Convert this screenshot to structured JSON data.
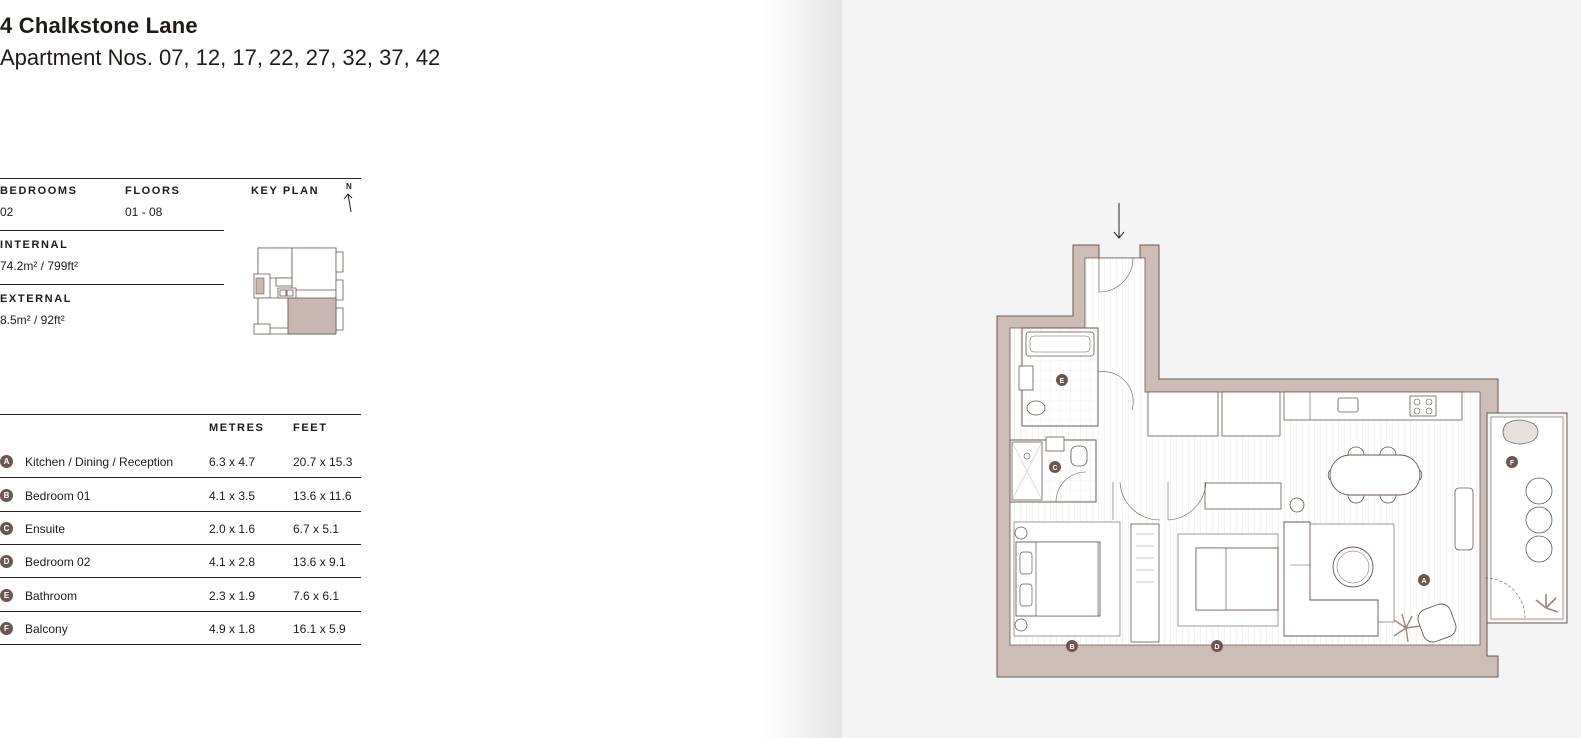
{
  "header": {
    "title": "4 Chalkstone Lane",
    "subtitle": "Apartment Nos.  07, 12, 17, 22, 27, 32, 37, 42"
  },
  "summary": {
    "bedrooms_label": "BEDROOMS",
    "bedrooms_value": "02",
    "floors_label": "FLOORS",
    "floors_value": "01 - 08",
    "keyplan_label": "KEY PLAN",
    "north_label": "N",
    "internal_label": "INTERNAL",
    "internal_value": "74.2m² / 799ft²",
    "external_label": "EXTERNAL",
    "external_value": "8.5m² / 92ft²"
  },
  "rooms": {
    "metres_label": "METRES",
    "feet_label": "FEET",
    "items": [
      {
        "key": "A",
        "name": "Kitchen / Dining / Reception",
        "metres": "6.3 x 4.7",
        "feet": "20.7 x 15.3"
      },
      {
        "key": "B",
        "name": "Bedroom 01",
        "metres": "4.1 x 3.5",
        "feet": "13.6 x 11.6"
      },
      {
        "key": "C",
        "name": "Ensuite",
        "metres": "2.0 x 1.6",
        "feet": "6.7 x 5.1"
      },
      {
        "key": "D",
        "name": "Bedroom 02",
        "metres": "4.1 x 2.8",
        "feet": "13.6 x 9.1"
      },
      {
        "key": "E",
        "name": "Bathroom",
        "metres": "2.3 x 1.9",
        "feet": "7.6 x 6.1"
      },
      {
        "key": "F",
        "name": "Balcony",
        "metres": "4.9 x 1.8",
        "feet": "16.1 x 5.9"
      }
    ]
  },
  "floorplan": {
    "labels": [
      "A",
      "B",
      "C",
      "D",
      "E",
      "F"
    ]
  },
  "colors": {
    "wall": "#cdbdb6",
    "wall_stroke": "#6b5750",
    "accent": "#6b5750",
    "highlight": "#c9b8b1"
  }
}
